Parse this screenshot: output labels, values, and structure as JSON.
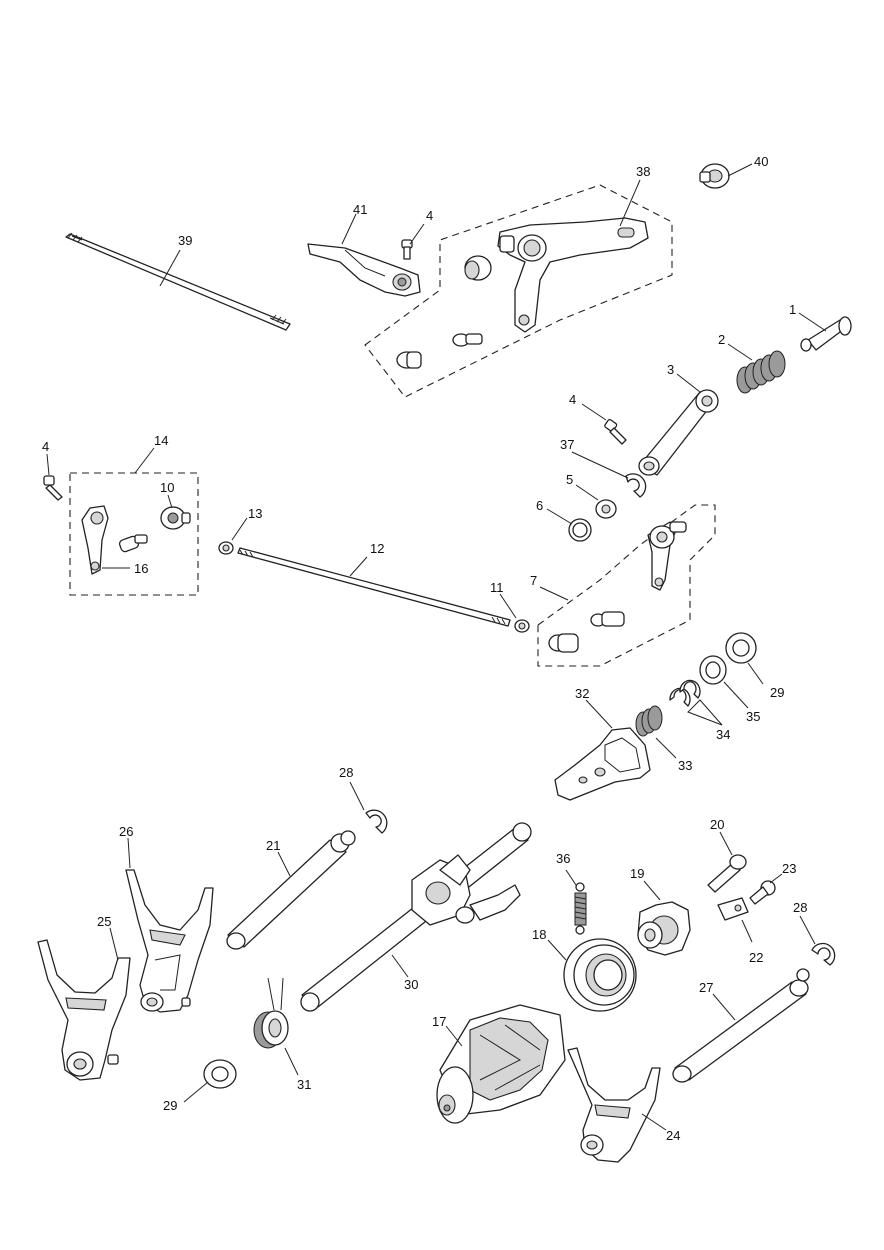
{
  "callouts": [
    {
      "id": "c1",
      "text": "1"
    },
    {
      "id": "c2",
      "text": "2"
    },
    {
      "id": "c3",
      "text": "3"
    },
    {
      "id": "c4a",
      "text": "4"
    },
    {
      "id": "c4b",
      "text": "4"
    },
    {
      "id": "c4c",
      "text": "4"
    },
    {
      "id": "c5",
      "text": "5"
    },
    {
      "id": "c6",
      "text": "6"
    },
    {
      "id": "c7",
      "text": "7"
    },
    {
      "id": "c10",
      "text": "10"
    },
    {
      "id": "c11",
      "text": "11"
    },
    {
      "id": "c12",
      "text": "12"
    },
    {
      "id": "c13",
      "text": "13"
    },
    {
      "id": "c14",
      "text": "14"
    },
    {
      "id": "c16",
      "text": "16"
    },
    {
      "id": "c17",
      "text": "17"
    },
    {
      "id": "c18",
      "text": "18"
    },
    {
      "id": "c19",
      "text": "19"
    },
    {
      "id": "c20",
      "text": "20"
    },
    {
      "id": "c21",
      "text": "21"
    },
    {
      "id": "c22",
      "text": "22"
    },
    {
      "id": "c23",
      "text": "23"
    },
    {
      "id": "c24",
      "text": "24"
    },
    {
      "id": "c25",
      "text": "25"
    },
    {
      "id": "c26",
      "text": "26"
    },
    {
      "id": "c27",
      "text": "27"
    },
    {
      "id": "c28a",
      "text": "28"
    },
    {
      "id": "c28b",
      "text": "28"
    },
    {
      "id": "c29a",
      "text": "29"
    },
    {
      "id": "c29b",
      "text": "29"
    },
    {
      "id": "c30",
      "text": "30"
    },
    {
      "id": "c31",
      "text": "31"
    },
    {
      "id": "c32",
      "text": "32"
    },
    {
      "id": "c33",
      "text": "33"
    },
    {
      "id": "c34",
      "text": "34"
    },
    {
      "id": "c35",
      "text": "35"
    },
    {
      "id": "c36",
      "text": "36"
    },
    {
      "id": "c37",
      "text": "37"
    },
    {
      "id": "c38",
      "text": "38"
    },
    {
      "id": "c39",
      "text": "39"
    },
    {
      "id": "c40",
      "text": "40"
    },
    {
      "id": "c41",
      "text": "41"
    }
  ]
}
